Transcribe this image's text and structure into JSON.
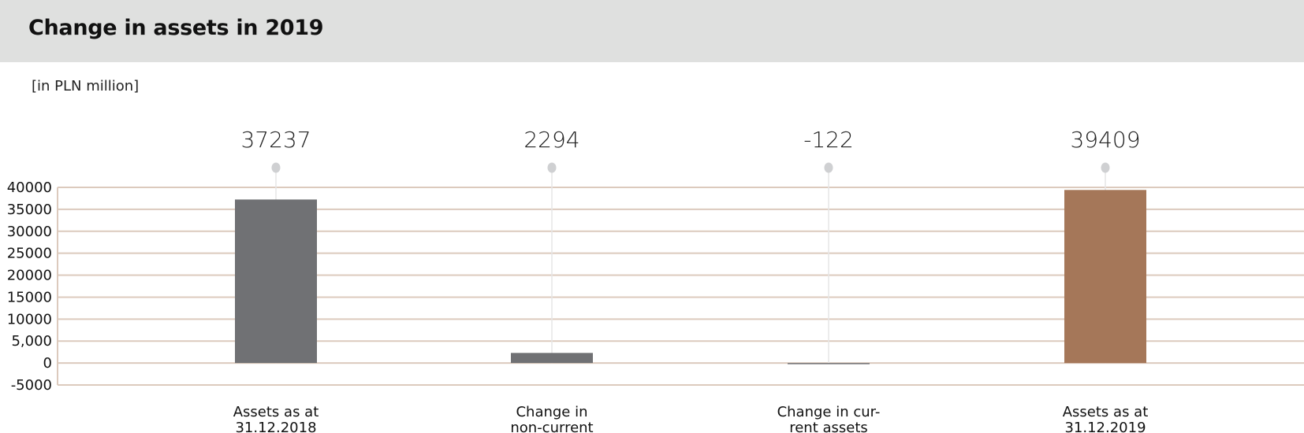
{
  "header": {
    "title": "Change in assets in 2019"
  },
  "unit_label": "[in PLN million]",
  "colors": {
    "gray_bar": "#707174",
    "brown_bar": "#a57759",
    "grid": "#dccabd",
    "dot": "#cfd0d2",
    "title_bg": "#dfe0df"
  },
  "chart_data": {
    "type": "bar",
    "title": "Change in assets in 2019",
    "ylabel": "[in PLN million]",
    "xlabel": "",
    "ylim": [
      -5000,
      40000
    ],
    "grid": true,
    "yticks": [
      -5000,
      0,
      5000,
      10000,
      15000,
      20000,
      25000,
      30000,
      35000,
      40000
    ],
    "ytick_labels": [
      "-5000",
      "0",
      "5,000",
      "10000",
      "15000",
      "20000",
      "25000",
      "30000",
      "35000",
      "40000"
    ],
    "categories": [
      [
        "Assets as at",
        "31.12.2018"
      ],
      [
        "Change in",
        "non-current"
      ],
      [
        "Change in cur-",
        "rent assets"
      ],
      [
        "Assets as at",
        "31.12.2019"
      ]
    ],
    "values": [
      37237,
      2294,
      -122,
      39409
    ],
    "value_labels": [
      "37237",
      "2294",
      "-122",
      "39409"
    ],
    "bar_colors": [
      "#707174",
      "#707174",
      "#707174",
      "#a57759"
    ]
  }
}
